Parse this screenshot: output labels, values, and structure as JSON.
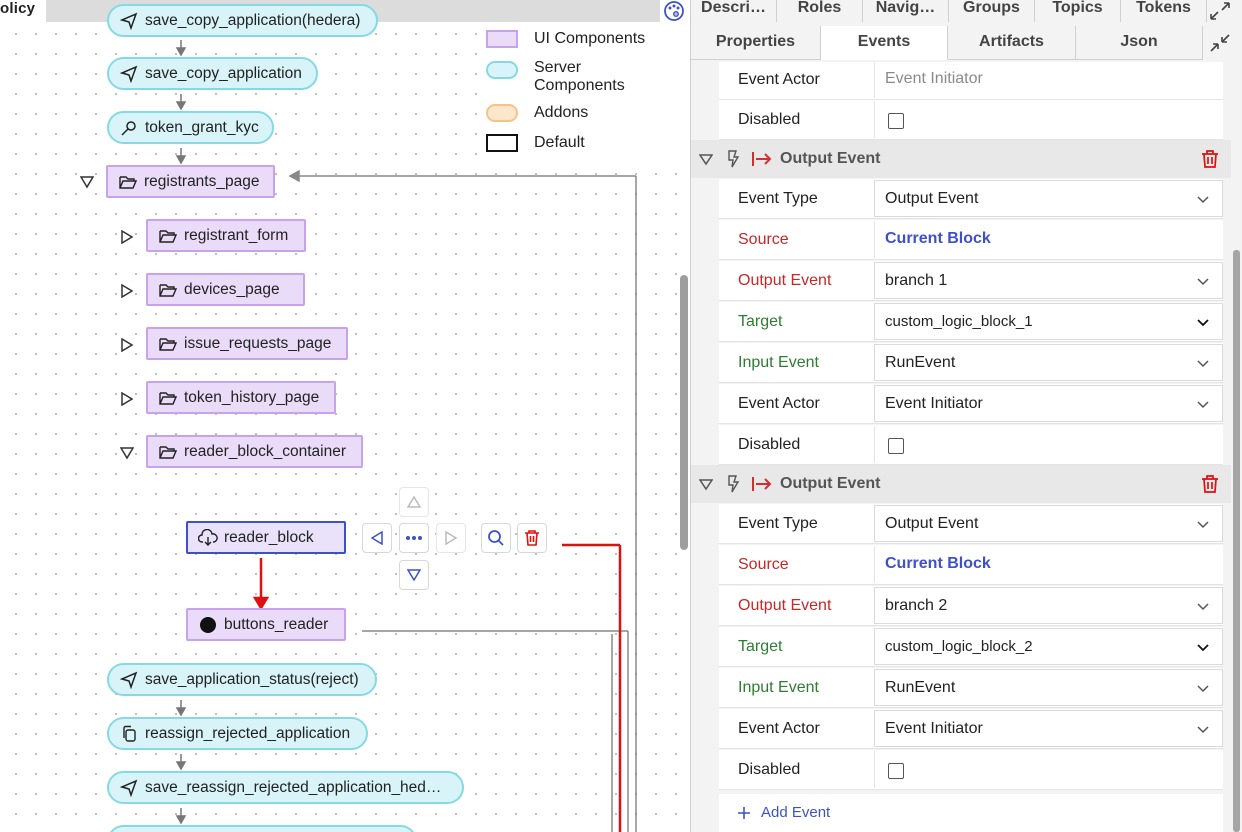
{
  "canvas": {
    "tab_label": "olicy",
    "nodes": {
      "n0": "save_copy_application(hedera)",
      "n1": "save_copy_application",
      "n2": "token_grant_kyc",
      "n3": "registrants_page",
      "n4": "registrant_form",
      "n5": "devices_page",
      "n6": "issue_requests_page",
      "n7": "token_history_page",
      "n8": "reader_block_container",
      "n9": "reader_block",
      "n10": "buttons_reader",
      "n11": "save_application_status(reject)",
      "n12": "reassign_rejected_application",
      "n13": "save_reassign_rejected_application_hed…"
    },
    "legend": {
      "ui": "UI Components",
      "server_line1": "Server",
      "server_line2": "Components",
      "addons": "Addons",
      "default": "Default"
    }
  },
  "panel": {
    "tabs_top": [
      "Descri…",
      "Roles",
      "Navig…",
      "Groups",
      "Topics",
      "Tokens"
    ],
    "tabs_bottom": [
      "Properties",
      "Events",
      "Artifacts",
      "Json"
    ],
    "active_tab": "Events",
    "top_rows": {
      "actor_label": "Event Actor",
      "actor_placeholder": "Event Initiator",
      "disabled_label": "Disabled"
    },
    "events": [
      {
        "title": "Output Event",
        "event_type_label": "Event Type",
        "event_type": "Output Event",
        "source_label": "Source",
        "source": "Current Block",
        "output_label": "Output Event",
        "output": "branch 1",
        "target_label": "Target",
        "target": "custom_logic_block_1",
        "input_label": "Input Event",
        "input": "RunEvent",
        "actor_label": "Event Actor",
        "actor": "Event Initiator",
        "disabled_label": "Disabled"
      },
      {
        "title": "Output Event",
        "event_type_label": "Event Type",
        "event_type": "Output Event",
        "source_label": "Source",
        "source": "Current Block",
        "output_label": "Output Event",
        "output": "branch 2",
        "target_label": "Target",
        "target": "custom_logic_block_2",
        "input_label": "Input Event",
        "input": "RunEvent",
        "actor_label": "Event Actor",
        "actor": "Event Initiator",
        "disabled_label": "Disabled"
      }
    ],
    "add_event": "Add Event"
  }
}
